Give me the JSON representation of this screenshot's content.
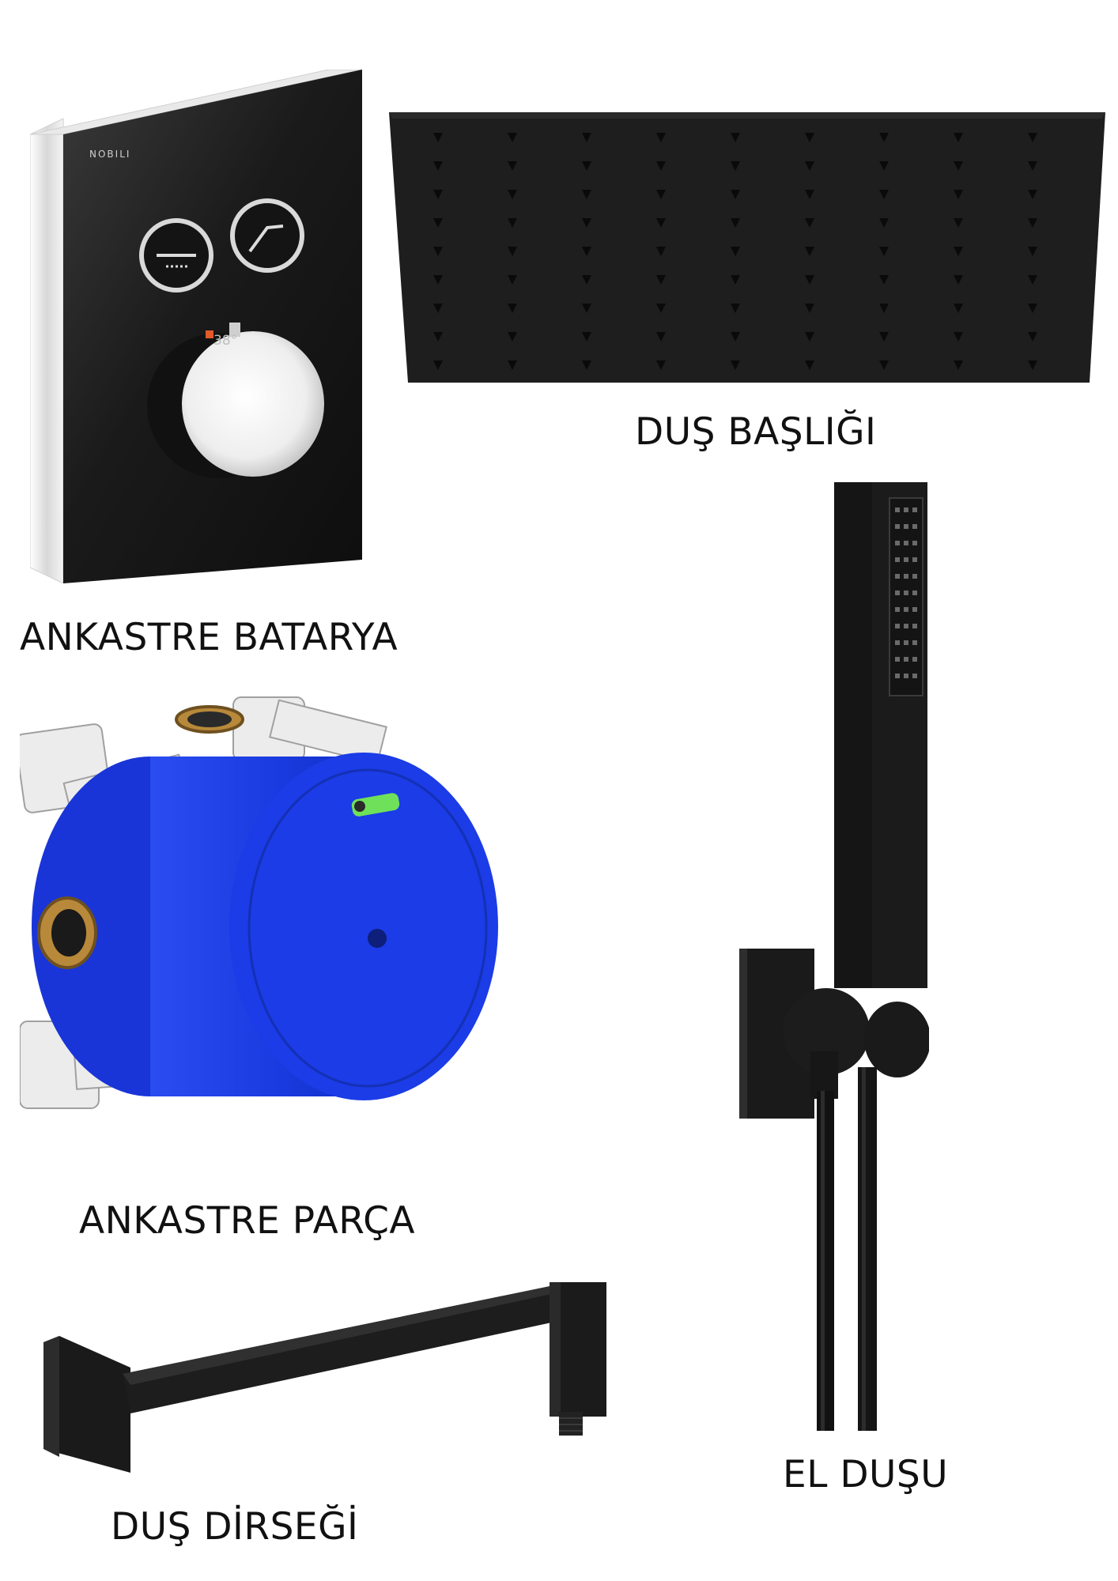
{
  "panel": {
    "brand": "NOBILI",
    "temperature": "38°"
  },
  "labels": {
    "shower_head": "DUŞ BAŞLIĞI",
    "concealed_mixer": "ANKASTRE BATARYA",
    "concealed_part": "ANKASTRE PARÇA",
    "hand_shower": "EL DUŞU",
    "shower_arm": "DUŞ DİRSEĞİ"
  },
  "colors": {
    "matte_black": "#1c1c1c",
    "chrome": "#e8e8e8",
    "box_blue": "#1f3fe0",
    "brass": "#b8893a",
    "level_green": "#6fe05a"
  }
}
